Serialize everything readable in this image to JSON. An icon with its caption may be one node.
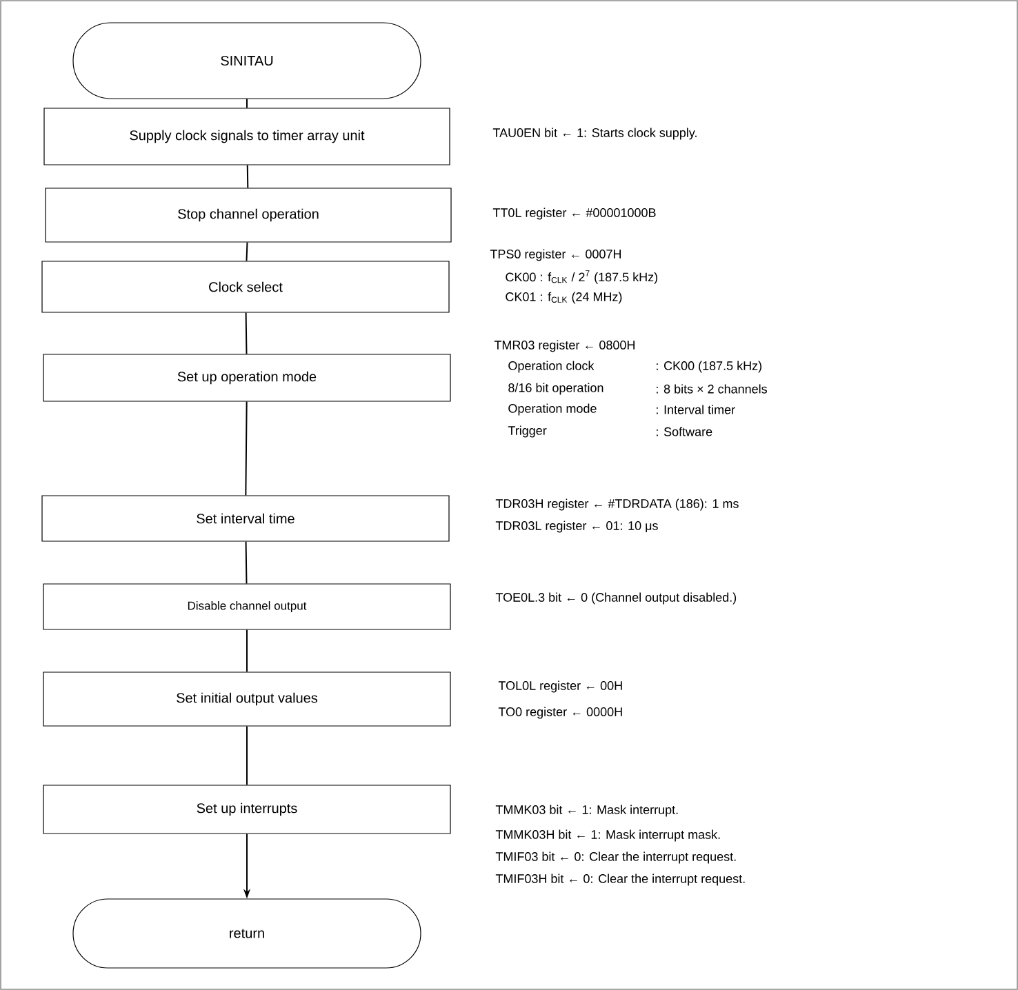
{
  "diagram": {
    "nodes": [
      {
        "text": [
          "SINITAU"
        ]
      },
      {
        "text": [
          "Supply clock signals to timer array unit"
        ],
        "beside": [
          "TAU0EN bit ← 1: Starts clock supply."
        ]
      },
      {
        "text": [
          "Stop channel operation"
        ],
        "beside": [
          "TT0L register ← #00001000B"
        ]
      },
      {
        "text": [
          "Clock select"
        ],
        "beside": [
          "TPS0 register ← 0007H",
          "CK00 : f$_{CLK}$ / 2$^{7}$ (187.5 kHz)",
          "CK01 : f$_{CLK}$ (24 MHz)"
        ]
      },
      {
        "text": [
          "Set up operation mode"
        ],
        "beside": [
          "TMR03 register ← 0800H",
          "Operation clock",
          ": CK00 (187.5 kHz)",
          "8/16 bit operation",
          ": 8 bits × 2 channels",
          "Operation mode",
          ": Interval timer",
          "Trigger",
          ": Software"
        ]
      },
      {
        "text": [
          "Set interval time"
        ],
        "beside": [
          "TDR03H register ← #TDRDATA (186): 1 ms",
          "TDR03L register ← 01: 10 μs"
        ]
      },
      {
        "text": [
          "Disable channel output"
        ],
        "beside": [
          "TOE0L.3 bit ← 0 (Channel output disabled.)"
        ]
      },
      {
        "text": [
          "Set initial output values"
        ],
        "beside": [
          "TOL0L register ← 00H",
          "TO0 register ← 0000H"
        ]
      },
      {
        "text": [
          "Set up interrupts"
        ],
        "beside": [
          "TMMK03 bit ← 1: Mask interrupt.",
          "TMMK03H bit ← 1: Mask interrupt mask.",
          "TMIF03 bit ← 0: Clear the interrupt request.",
          "TMIF03H bit ← 0: Clear the interrupt request."
        ]
      },
      {
        "text": [
          "return"
        ]
      }
    ],
    "edges": [
      {
        "from": 0,
        "to": 1,
        "arrow": "none"
      },
      {
        "from": 1,
        "to": 2,
        "arrow": "none"
      },
      {
        "from": 2,
        "to": 3,
        "arrow": "none"
      },
      {
        "from": 3,
        "to": 4,
        "arrow": "none"
      },
      {
        "from": 4,
        "to": 5,
        "arrow": "none"
      },
      {
        "from": 5,
        "to": 6,
        "arrow": "none"
      },
      {
        "from": 6,
        "to": 7,
        "arrow": "none"
      },
      {
        "from": 7,
        "to": 8,
        "arrow": "none"
      },
      {
        "from": 8,
        "to": 9,
        "arrow": "to"
      }
    ]
  }
}
